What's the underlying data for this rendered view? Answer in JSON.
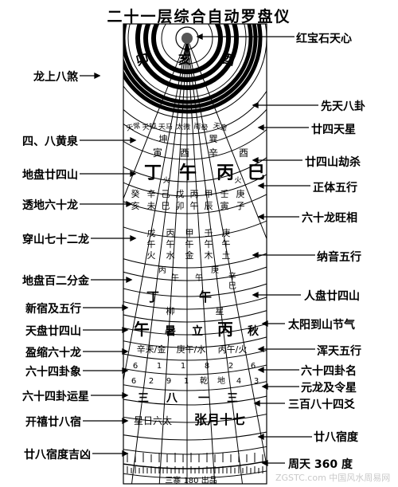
{
  "title": "二十一层综合自动罗盘仪",
  "left_labels": [
    "龙上八煞",
    "四、八黄泉",
    "地盘廿四山",
    "透地六十龙",
    "穿山七十二龙",
    "地盘百二分金",
    "新宿及五行",
    "天盘廿四山",
    "盈缩六十龙",
    "六十四卦象",
    "六十四卦运星",
    "开禧廿八宿",
    "廿八宿度吉凶"
  ],
  "right_labels": [
    "红宝石天心",
    "先天八卦",
    "廿四天星",
    "廿四山劫杀",
    "正体五行",
    "六十龙旺相",
    "纳音五行",
    "人盘廿四山",
    "太阳到山节气",
    "浑天五行",
    "六十四卦名",
    "元龙及令星",
    "三百八十四爻",
    "廿八宿度",
    "周天 360 度"
  ],
  "rings": {
    "r1": [
      "卯",
      "亥",
      "酉"
    ],
    "r2": [
      "天常",
      "天钺",
      "天马",
      "太微",
      "南极",
      "天皇"
    ],
    "r3": [
      "坤",
      "巽"
    ],
    "r4": [
      "寅",
      "酉",
      "辛",
      "酉"
    ],
    "r5": [
      "丁",
      "午",
      "丙",
      "巳"
    ],
    "r5_small": [
      "火",
      "火"
    ],
    "r6": [
      "癸",
      "辛",
      "己",
      "戊",
      "丙",
      "甲",
      "壬",
      "庚"
    ],
    "r6b": [
      "亥",
      "未",
      "巳",
      "卯",
      "午",
      "辰",
      "寅",
      "子"
    ],
    "r7a": [
      "戊",
      "丙",
      "甲",
      "壬",
      "庚"
    ],
    "r7b": [
      "午",
      "午",
      "午",
      "午",
      "午"
    ],
    "r7c": [
      "火",
      "水",
      "金",
      "木",
      "土"
    ],
    "r8a": [
      "丙",
      "庚"
    ],
    "r8b": [
      "午",
      "午"
    ],
    "r8c": [
      "辛",
      "巳"
    ],
    "r9": [
      "丁",
      "午"
    ],
    "r10": [
      "柳",
      "星"
    ],
    "r11": [
      "午",
      "暑",
      "立",
      "丙",
      "秋"
    ],
    "r12": [
      "辛未/金",
      "庚午/水",
      "丙午/火"
    ],
    "r13": [
      "6",
      "1",
      "1",
      "8",
      "2",
      "6"
    ],
    "r14": [
      "6",
      "2",
      "9",
      "1",
      "乾",
      "地",
      "4",
      "3"
    ],
    "r15": [
      "三",
      "八",
      "一",
      "三"
    ],
    "r16": [
      "星日六太",
      "张月十七"
    ],
    "r18_scale": "三寨 180 出品"
  },
  "center_label": "",
  "watermark": "ZGSTC.com 中国风水周易网"
}
